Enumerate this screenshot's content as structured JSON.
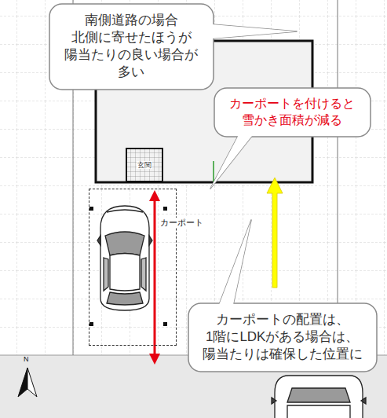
{
  "diagram": {
    "nodes": [
      {
        "text": [
          "南側道路の場合 北側に寄せたほうが 陽当たりの良い場合が 多い"
        ]
      },
      {
        "text": [
          "カーポートを付けると 雪かき面積が減る"
        ]
      },
      {
        "text": [
          "玄関"
        ]
      },
      {
        "text": [
          "カーポート"
        ]
      },
      {
        "text": [
          "カーポートの配置は、 1階にLDKがある場合は、 陽当たりは確保した位置に"
        ]
      }
    ],
    "labels": [
      "N"
    ]
  }
}
